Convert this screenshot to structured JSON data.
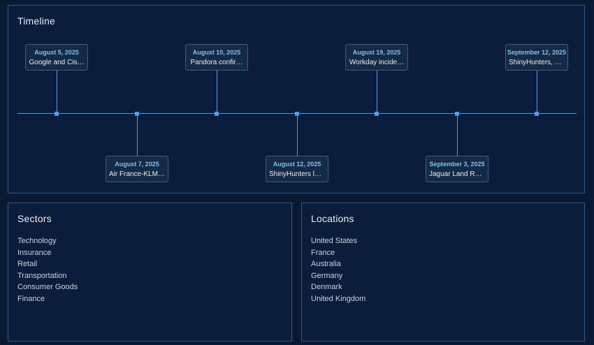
{
  "timeline": {
    "title": "Timeline",
    "events": [
      {
        "date": "August 5, 2025",
        "desc": "Google and Cis…"
      },
      {
        "date": "August 7, 2025",
        "desc": "Air France-KLM…"
      },
      {
        "date": "August 10, 2025",
        "desc": "Pandora confir…"
      },
      {
        "date": "August 12, 2025",
        "desc": "ShinyHunters le…"
      },
      {
        "date": "August 19, 2025",
        "desc": "Workday incide…"
      },
      {
        "date": "September 3, 2025",
        "desc": "Jaguar Land Ro…"
      },
      {
        "date": "September 12, 2025",
        "desc": "ShinyHunters, a…"
      }
    ]
  },
  "sectors": {
    "title": "Sectors",
    "items": [
      "Technology",
      "Insurance",
      "Retail",
      "Transportation",
      "Consumer Goods",
      "Finance"
    ]
  },
  "locations": {
    "title": "Locations",
    "items": [
      "United States",
      "France",
      "Australia",
      "Germany",
      "Denmark",
      "United Kingdom"
    ]
  },
  "colors": {
    "background": "#0a1a33",
    "panel_border": "#2b5a86",
    "accent": "#4d9de3",
    "date_text": "#7ec0f2"
  }
}
